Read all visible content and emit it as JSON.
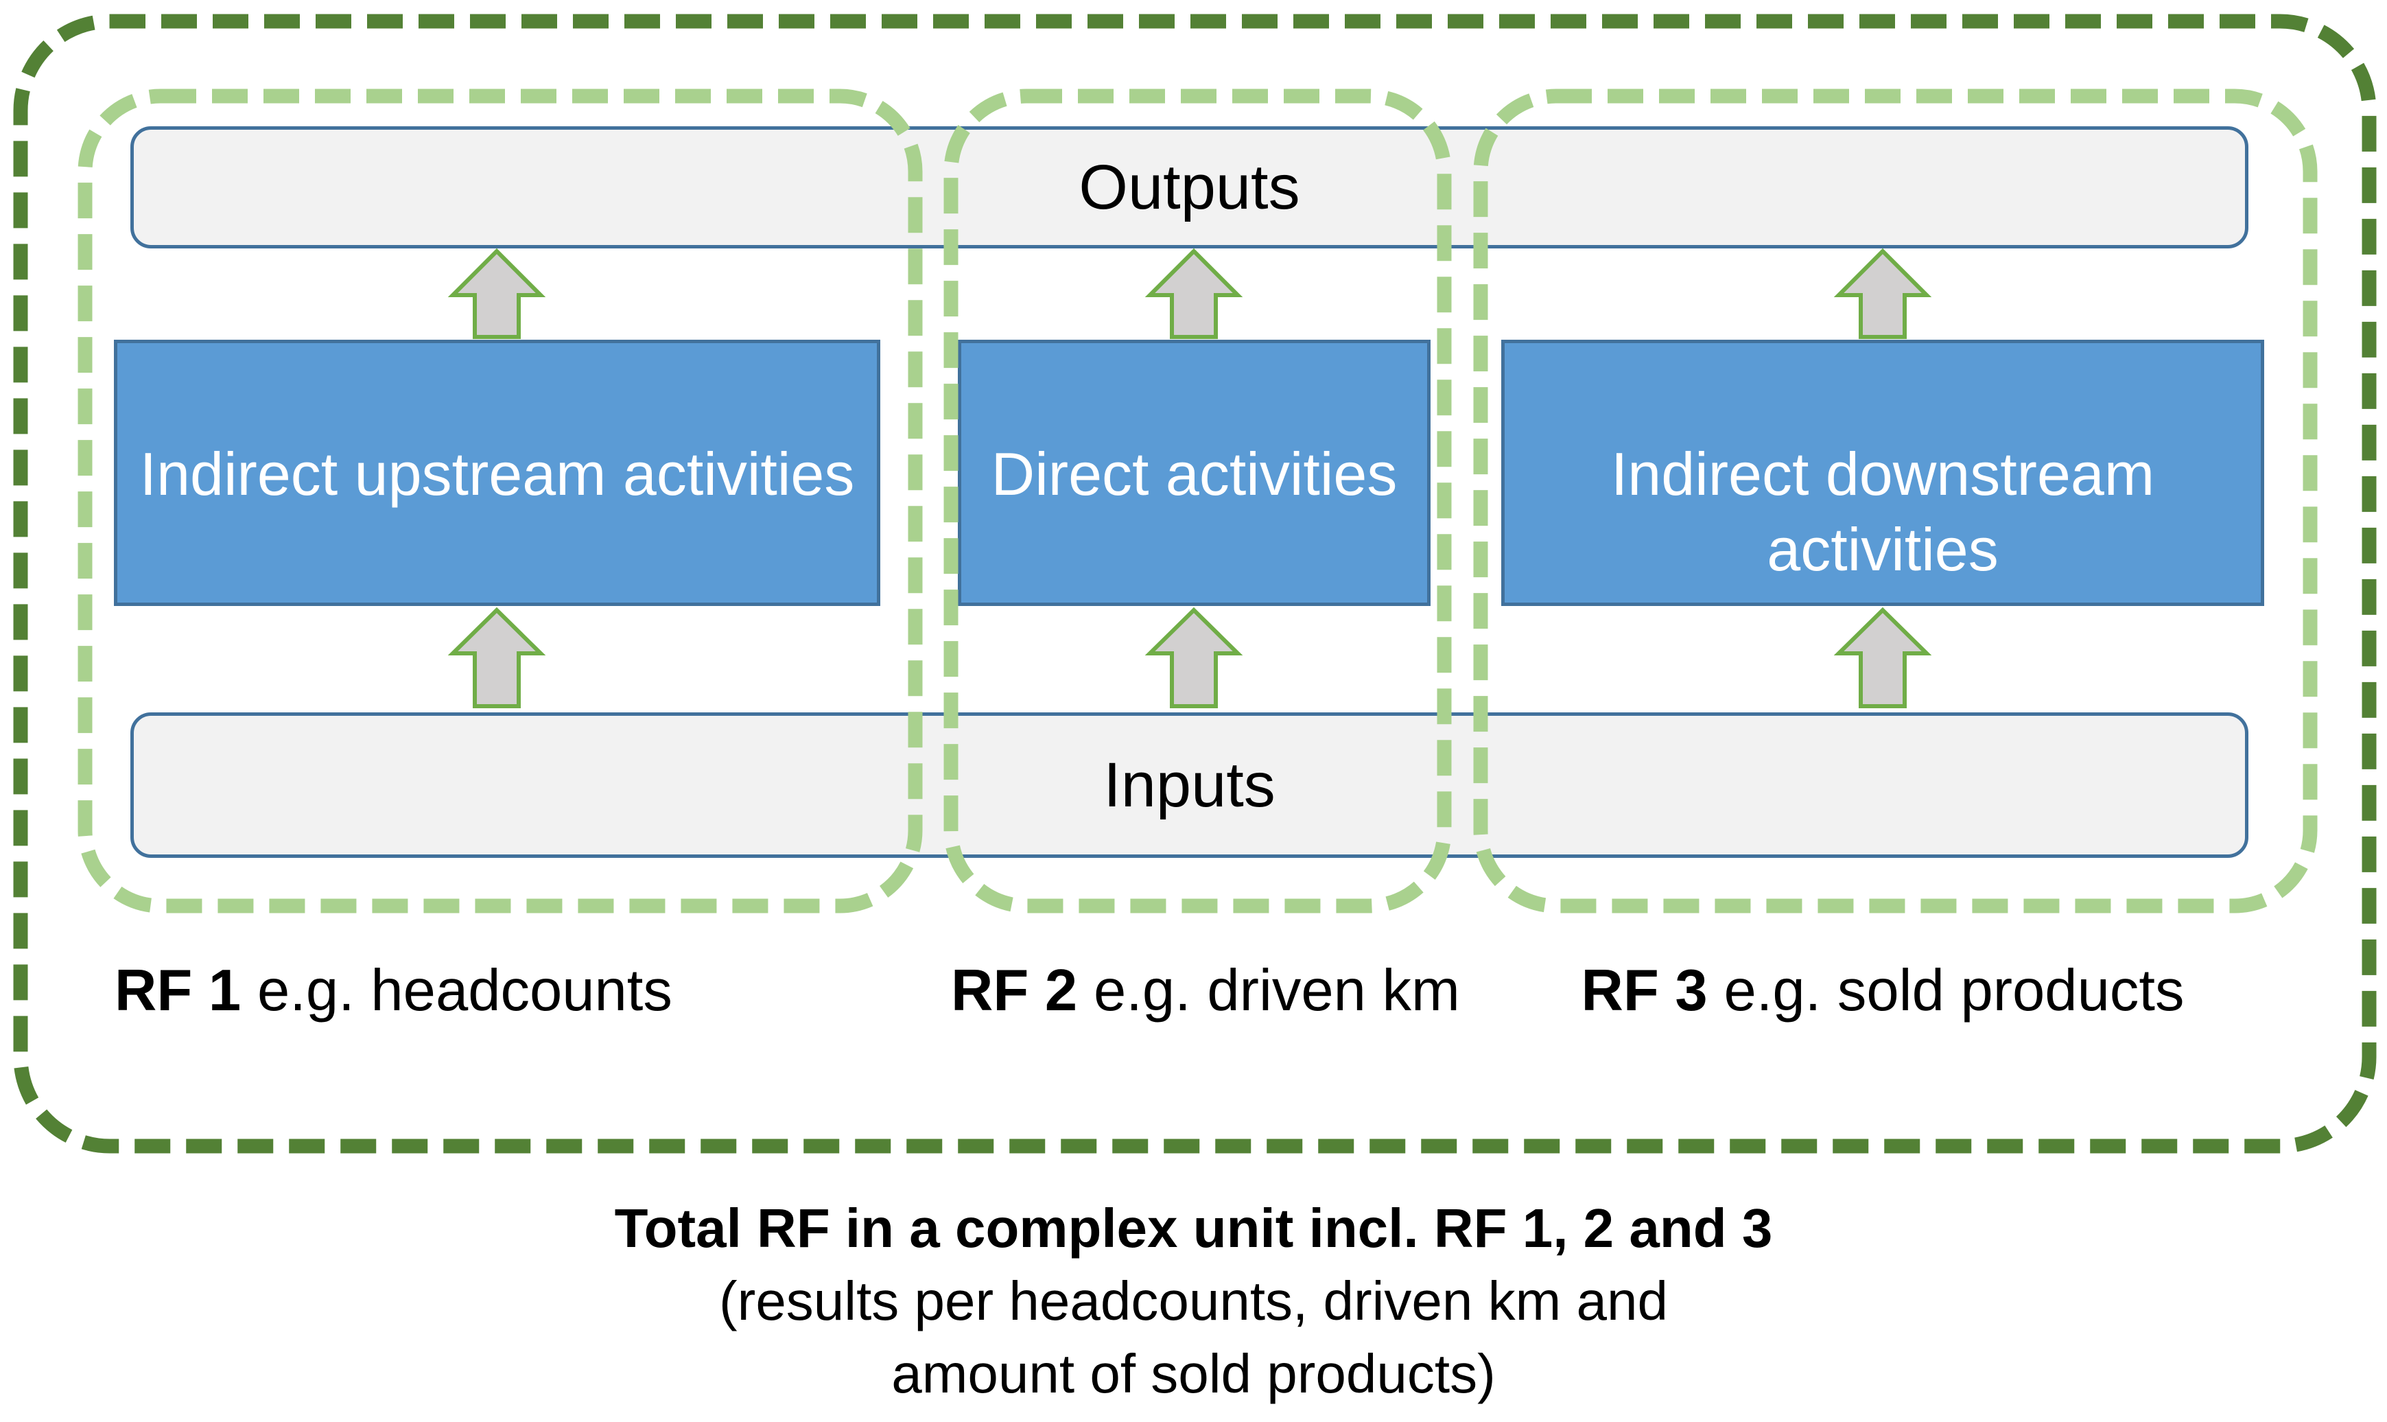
{
  "diagram": {
    "outputs_label": "Outputs",
    "inputs_label": "Inputs",
    "sections": [
      {
        "activity_label": "Indirect upstream activities",
        "rf_prefix": "RF 1",
        "rf_rest": "e.g. headcounts"
      },
      {
        "activity_label": "Direct activities",
        "rf_prefix": "RF 2",
        "rf_rest": "e.g. driven km"
      },
      {
        "activity_label": "Indirect downstream\nactivities",
        "rf_prefix": "RF 3",
        "rf_rest": "e.g. sold products"
      }
    ],
    "caption": {
      "line1": "Total RF in a complex unit incl. RF 1, 2 and 3",
      "line2": "(results per headcounts, driven km and",
      "line3": "amount of sold products)"
    },
    "colors": {
      "outer_border": "#538135",
      "inner_border": "#a9d18e",
      "box_fill": "#5b9bd5",
      "box_border": "#41719c",
      "bar_fill": "#f2f2f2",
      "bar_border": "#41719c",
      "arrow_fill": "#d2d0d0",
      "arrow_border": "#70ad47",
      "text": "#000000"
    }
  }
}
